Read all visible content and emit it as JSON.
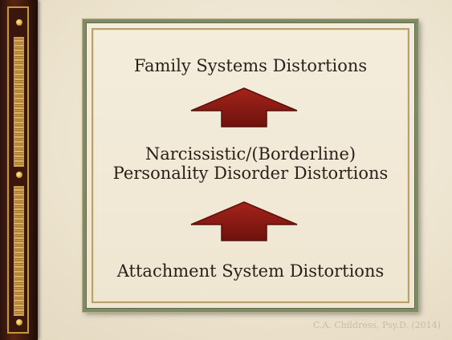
{
  "slide": {
    "boxes": [
      {
        "text": "Family Systems Distortions"
      },
      {
        "line1": "Narcissistic/(Borderline)",
        "line2": "Personality Disorder Distortions"
      },
      {
        "text": "Attachment System Distortions"
      }
    ],
    "footer": "C.A. Childress, Psy.D. (2014)",
    "colors": {
      "arrow": "#8b1a14",
      "frame": "#7f8b64",
      "text": "#2b1f1a",
      "left_bar": "#3b160c",
      "gold_trim": "#c49a3a"
    }
  }
}
